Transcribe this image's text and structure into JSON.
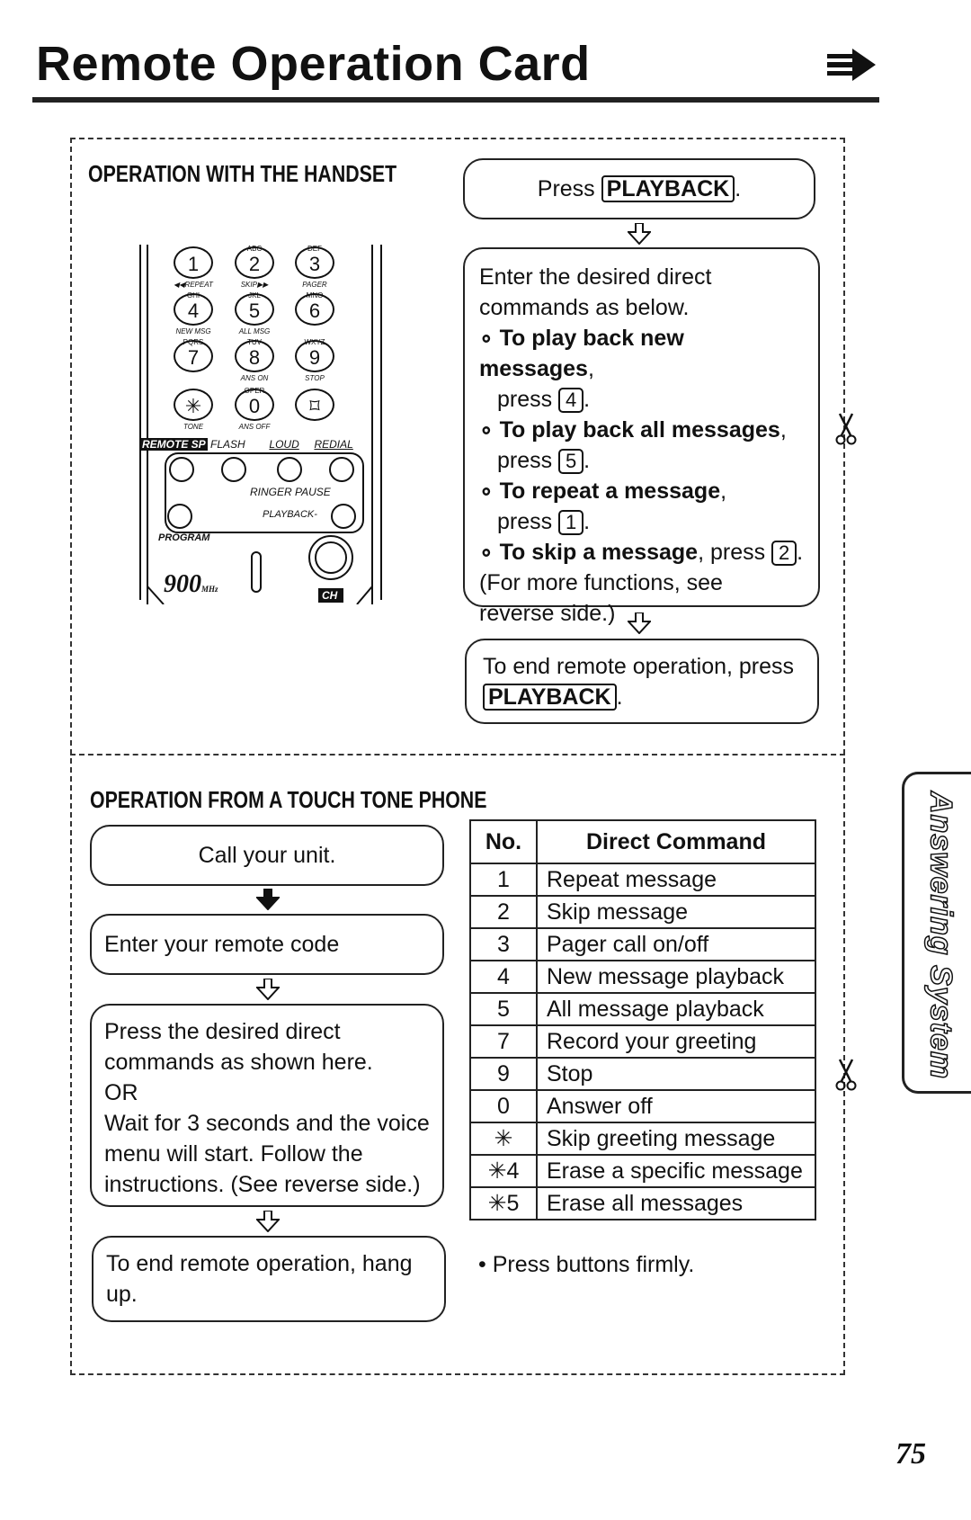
{
  "title": "Remote Operation Card",
  "side_tab": "Answering System",
  "page_number": "75",
  "handset_section": {
    "heading": "OPERATION WITH THE HANDSET",
    "keypad": {
      "keys": [
        {
          "digit": "1",
          "letters": "",
          "sub": "◀◀REPEAT"
        },
        {
          "digit": "2",
          "letters": "ABC",
          "sub": "SKIP▶▶"
        },
        {
          "digit": "3",
          "letters": "DEF",
          "sub": "PAGER"
        },
        {
          "digit": "4",
          "letters": "GHI",
          "sub": "NEW MSG"
        },
        {
          "digit": "5",
          "letters": "JKL",
          "sub": "ALL MSG"
        },
        {
          "digit": "6",
          "letters": "MNO",
          "sub": ""
        },
        {
          "digit": "7",
          "letters": "PQRS",
          "sub": ""
        },
        {
          "digit": "8",
          "letters": "TUV",
          "sub": "ANS ON"
        },
        {
          "digit": "9",
          "letters": "WXYZ",
          "sub": "STOP"
        },
        {
          "digit": "✳",
          "letters": "",
          "sub": "TONE"
        },
        {
          "digit": "0",
          "letters": "OPER",
          "sub": "ANS OFF"
        },
        {
          "digit": "⌑",
          "letters": "",
          "sub": ""
        }
      ],
      "labels": {
        "remote_sp": "REMOTE SP",
        "flash": "FLASH",
        "loud": "LOUD",
        "redial": "REDIAL",
        "ringer": "RINGER",
        "pause": "PAUSE",
        "playback": "PLAYBACK",
        "program": "PROGRAM",
        "brand": "900",
        "brand_suffix": "MHz",
        "ch": "CH"
      }
    },
    "step1": {
      "prefix": "Press ",
      "key": "PLAYBACK",
      "suffix": "."
    },
    "step2": {
      "intro": "Enter the desired direct commands as below.",
      "items": [
        {
          "bold": "To play back new messages",
          "rest": ",",
          "press": "press ",
          "key": "4",
          "end": "."
        },
        {
          "bold": "To play back all messages",
          "rest": ",",
          "press": "press ",
          "key": "5",
          "end": "."
        },
        {
          "bold": "To repeat a message",
          "rest": ",",
          "press": "press ",
          "key": "1",
          "end": "."
        },
        {
          "bold": "To skip a message",
          "rest": ", press ",
          "press": "",
          "key": "2",
          "end": "."
        }
      ],
      "note": "(For more functions, see reverse side.)"
    },
    "step3": {
      "text": "To end remote operation, press ",
      "key": "PLAYBACK",
      "suffix": "."
    }
  },
  "touchtone_section": {
    "heading": "OPERATION FROM A TOUCH TONE PHONE",
    "step1": "Call your unit.",
    "step2": {
      "text": "Enter your remote code",
      "blank": "_______",
      "end": "."
    },
    "step3": {
      "line1": "Press the desired direct commands as shown here.",
      "or": "OR",
      "line2": "Wait for 3 seconds and the voice menu will start. Follow the instructions. (See reverse side.)"
    },
    "step4": "To end remote operation, hang up.",
    "table": {
      "headers": [
        "No.",
        "Direct Command"
      ],
      "rows": [
        [
          "1",
          "Repeat message"
        ],
        [
          "2",
          "Skip message"
        ],
        [
          "3",
          "Pager call on/off"
        ],
        [
          "4",
          "New message playback"
        ],
        [
          "5",
          "All message playback"
        ],
        [
          "7",
          "Record your greeting"
        ],
        [
          "9",
          "Stop"
        ],
        [
          "0",
          "Answer off"
        ],
        [
          "✳",
          "Skip greeting message"
        ],
        [
          "✳4",
          "Erase a specific message"
        ],
        [
          "✳5",
          "Erase all messages"
        ]
      ]
    },
    "note": "• Press buttons firmly."
  }
}
